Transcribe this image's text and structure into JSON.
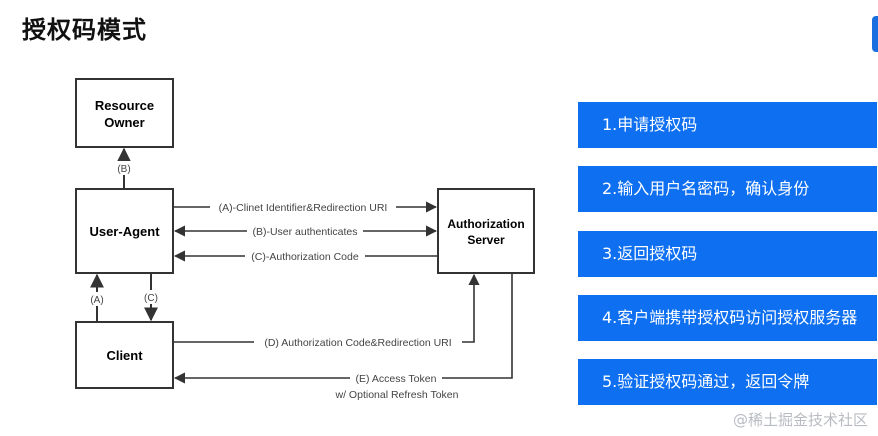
{
  "title": "授权码模式",
  "diagram": {
    "nodes": {
      "resource_owner": {
        "line1": "Resource",
        "line2": "Owner"
      },
      "user_agent": {
        "label": "User-Agent"
      },
      "auth_server": {
        "line1": "Authorization",
        "line2": "Server"
      },
      "client": {
        "label": "Client"
      }
    },
    "edges": {
      "b_owner": "(B)",
      "a_client": "(A)",
      "c_client": "(C)",
      "a_ua": "(A)-Clinet Identifier&Redirection URI",
      "b_ua": "(B)-User authenticates",
      "c_ua": "(C)-Authorization Code",
      "d_client": "(D) Authorization Code&Redirection URI",
      "e_token_line1": "(E) Access Token",
      "e_token_line2": "w/  Optional Refresh Token"
    }
  },
  "steps": [
    "1.申请授权码",
    "2.输入用户名密码，确认身份",
    "3.返回授权码",
    "4.客户端携带授权码访问授权服务器",
    "5.验证授权码通过，返回令牌"
  ],
  "watermark": "@稀土掘金技术社区",
  "colors": {
    "accent": "#0e6ff0",
    "line": "#333333"
  }
}
